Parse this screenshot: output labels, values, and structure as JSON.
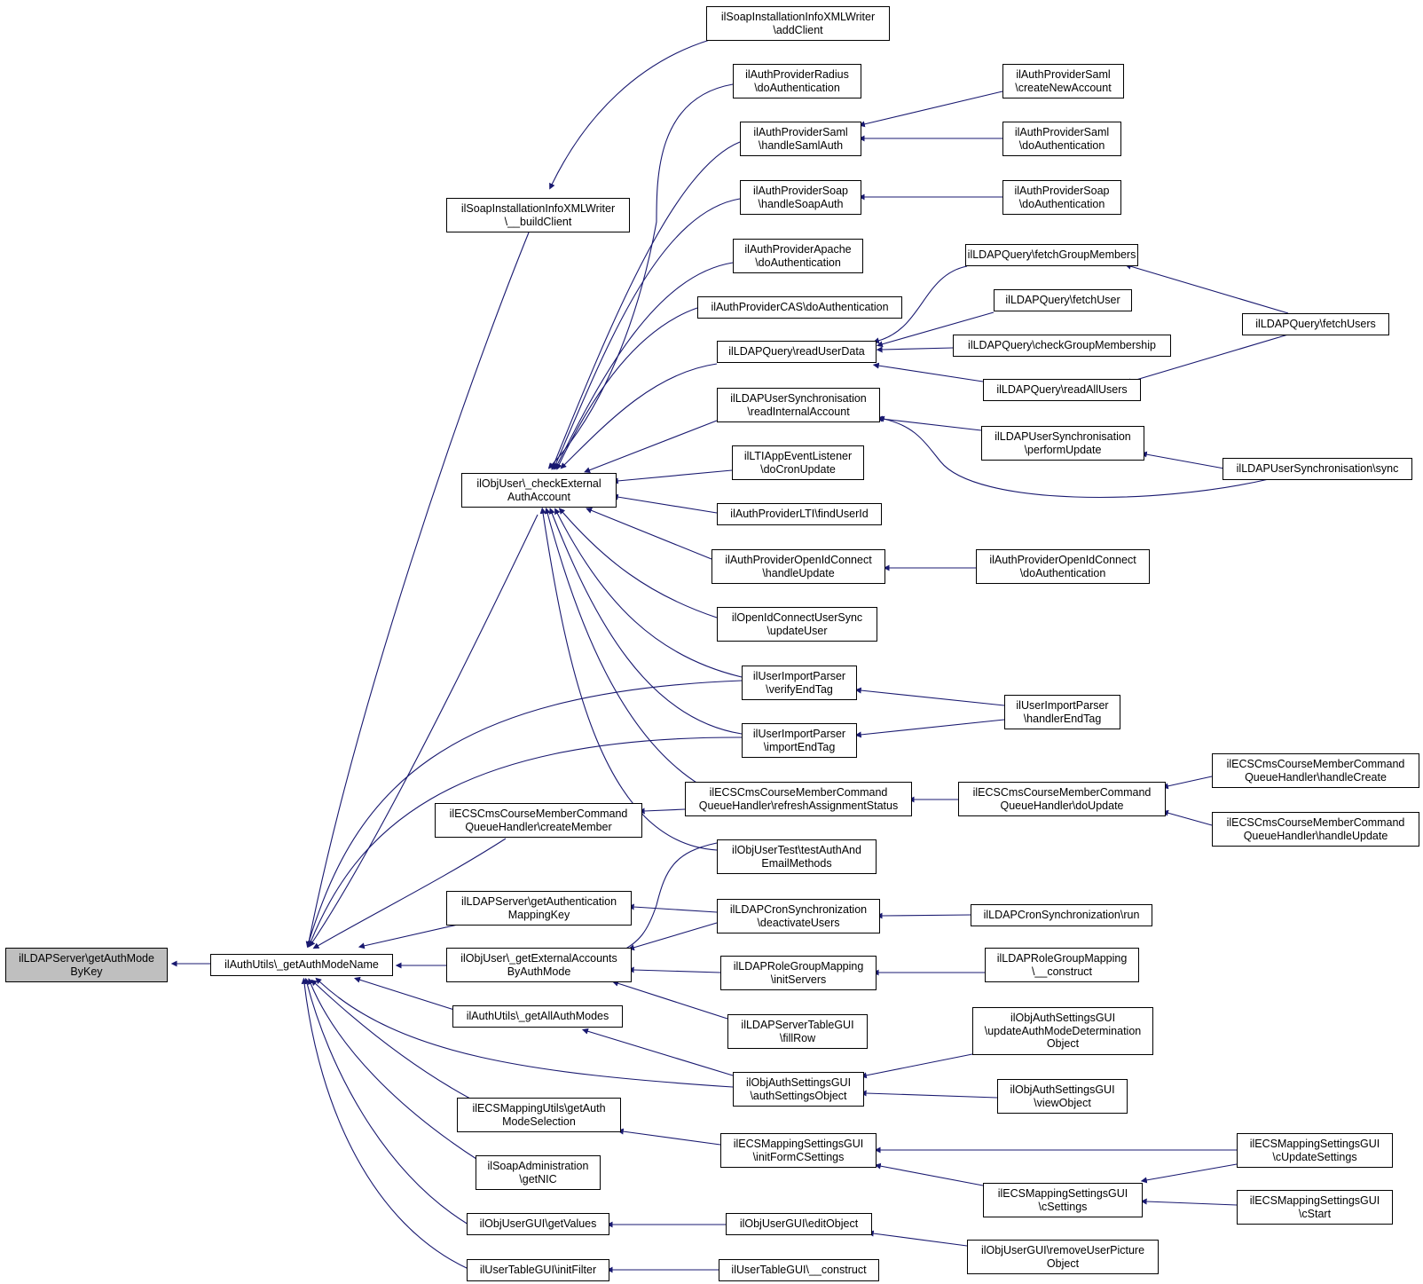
{
  "colors": {
    "edge": "#191970",
    "node_border": "#000000",
    "focus_fill": "#bfbfbf"
  },
  "nodes": {
    "n_root": "ilLDAPServer\\getAuthMode\nByKey",
    "n_getAuthModeName": "ilAuthUtils\\_getAuthModeName",
    "n_buildClient": "ilSoapInstallationInfoXMLWriter\n\\__buildClient",
    "n_addClient": "ilSoapInstallationInfoXMLWriter\n\\addClient",
    "n_checkExt": "ilObjUser\\_checkExternal\nAuthAccount",
    "n_radius": "ilAuthProviderRadius\n\\doAuthentication",
    "n_samlHandle": "ilAuthProviderSaml\n\\handleSamlAuth",
    "n_samlCreate": "ilAuthProviderSaml\n\\createNewAccount",
    "n_samlDoAuth": "ilAuthProviderSaml\n\\doAuthentication",
    "n_soapHandle": "ilAuthProviderSoap\n\\handleSoapAuth",
    "n_soapDoAuth": "ilAuthProviderSoap\n\\doAuthentication",
    "n_apache": "ilAuthProviderApache\n\\doAuthentication",
    "n_cas": "ilAuthProviderCAS\\doAuthentication",
    "n_readUserData": "ilLDAPQuery\\readUserData",
    "n_fetchGroupMembers": "ilLDAPQuery\\fetchGroupMembers",
    "n_fetchUser": "ilLDAPQuery\\fetchUser",
    "n_checkGroupMembership": "ilLDAPQuery\\checkGroupMembership",
    "n_readAllUsers": "ilLDAPQuery\\readAllUsers",
    "n_fetchUsers": "ilLDAPQuery\\fetchUsers",
    "n_readInternal": "ilLDAPUserSynchronisation\n\\readInternalAccount",
    "n_performUpdate": "ilLDAPUserSynchronisation\n\\performUpdate",
    "n_sync": "ilLDAPUserSynchronisation\\sync",
    "n_lti": "ilLTIAppEventListener\n\\doCronUpdate",
    "n_ltiFind": "ilAuthProviderLTI\\findUserId",
    "n_oidcHandle": "ilAuthProviderOpenIdConnect\n\\handleUpdate",
    "n_oidcDoAuth": "ilAuthProviderOpenIdConnect\n\\doAuthentication",
    "n_oidcSync": "ilOpenIdConnectUserSync\n\\updateUser",
    "n_verifyEndTag": "ilUserImportParser\n\\verifyEndTag",
    "n_importEndTag": "ilUserImportParser\n\\importEndTag",
    "n_handlerEndTag": "ilUserImportParser\n\\handlerEndTag",
    "n_ecsCreateMember": "ilECSCmsCourseMemberCommand\nQueueHandler\\createMember",
    "n_ecsRefresh": "ilECSCmsCourseMemberCommand\nQueueHandler\\refreshAssignmentStatus",
    "n_ecsDoUpdate": "ilECSCmsCourseMemberCommand\nQueueHandler\\doUpdate",
    "n_ecsHandleCreate": "ilECSCmsCourseMemberCommand\nQueueHandler\\handleCreate",
    "n_ecsHandleUpdate": "ilECSCmsCourseMemberCommand\nQueueHandler\\handleUpdate",
    "n_testAuth": "ilObjUserTest\\testAuthAnd\nEmailMethods",
    "n_ldapMappingKey": "ilLDAPServer\\getAuthentication\nMappingKey",
    "n_getExtAccounts": "ilObjUser\\_getExternalAccounts\nByAuthMode",
    "n_cronDeactivate": "ilLDAPCronSynchronization\n\\deactivateUsers",
    "n_cronRun": "ilLDAPCronSynchronization\\run",
    "n_roleInit": "ilLDAPRoleGroupMapping\n\\initServers",
    "n_roleConstruct": "ilLDAPRoleGroupMapping\n\\__construct",
    "n_serverTable": "ilLDAPServerTableGUI\n\\fillRow",
    "n_getAllAuthModes": "ilAuthUtils\\_getAllAuthModes",
    "n_authSettingsObj": "ilObjAuthSettingsGUI\n\\authSettingsObject",
    "n_updateAuthMode": "ilObjAuthSettingsGUI\n\\updateAuthModeDetermination\nObject",
    "n_viewObject": "ilObjAuthSettingsGUI\n\\viewObject",
    "n_ecsMapUtils": "ilECSMappingUtils\\getAuth\nModeSelection",
    "n_initFormC": "ilECSMappingSettingsGUI\n\\initFormCSettings",
    "n_cUpdate": "ilECSMappingSettingsGUI\n\\cUpdateSettings",
    "n_cSettings": "ilECSMappingSettingsGUI\n\\cSettings",
    "n_cStart": "ilECSMappingSettingsGUI\n\\cStart",
    "n_soapNIC": "ilSoapAdministration\n\\getNIC",
    "n_userGetValues": "ilObjUserGUI\\getValues",
    "n_userEdit": "ilObjUserGUI\\editObject",
    "n_userRemovePic": "ilObjUserGUI\\removeUserPicture\nObject",
    "n_tableInitFilter": "ilUserTableGUI\\initFilter",
    "n_tableConstruct": "ilUserTableGUI\\__construct"
  }
}
